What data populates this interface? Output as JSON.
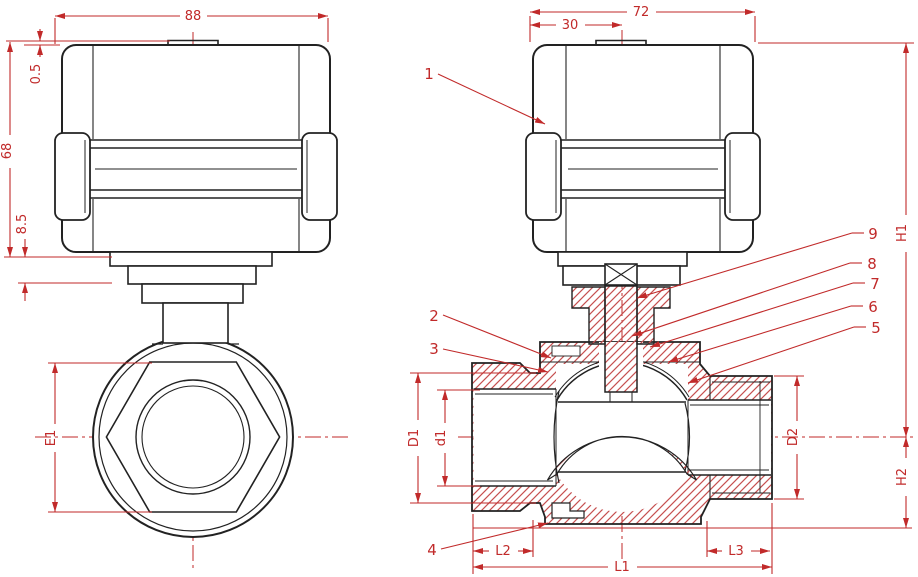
{
  "title": "Motorized ball valve dimensional drawing, front view and cross-section view",
  "colors": {
    "annotation_red": "#c12a2a",
    "hatch_red": "#c65050",
    "outline_black": "#222222",
    "background": "#ffffff"
  },
  "views": {
    "front": "actuator front view with valve end view",
    "section": "actuator side view with valve cross-section"
  },
  "dimensions": {
    "width_top": "88",
    "rib_offset": "0.5",
    "actuator_height": "68",
    "flange_height": "8.5",
    "hex_flats": "E1",
    "depth_top": "72",
    "stem_offset": "30",
    "height_above_center": "H1",
    "height_below_center": "H2",
    "left_port_od": "D1",
    "left_port_bore": "d1",
    "right_port_od": "D2",
    "body_length": "L1",
    "left_port_length": "L2",
    "right_port_length": "L3"
  },
  "part_labels": {
    "p1": "1",
    "p2": "2",
    "p3": "3",
    "p4": "4",
    "p5": "5",
    "p6": "6",
    "p7": "7",
    "p8": "8",
    "p9": "9"
  }
}
